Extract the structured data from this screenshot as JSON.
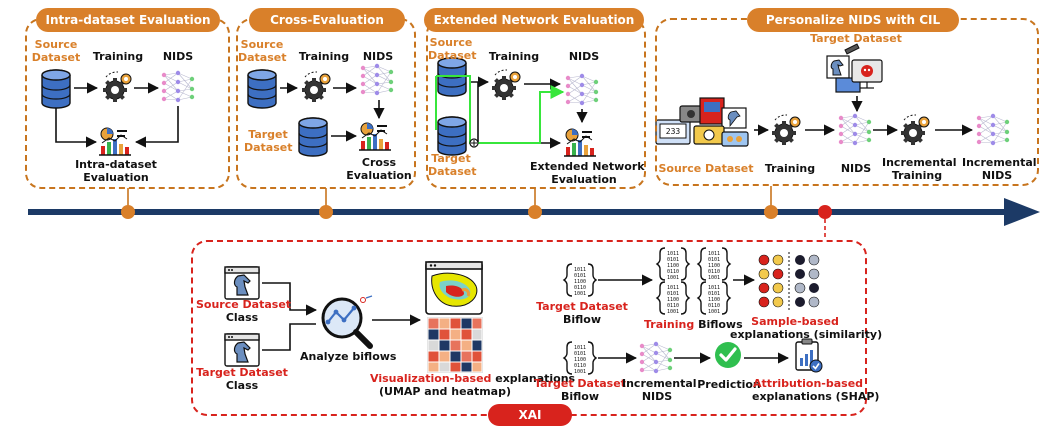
{
  "panels": {
    "intra": {
      "title": "Intra-dataset Evaluation",
      "source_line1": "Source",
      "source_line2": "Dataset",
      "training": "Training",
      "nids": "NIDS",
      "eval_line1": "Intra-dataset",
      "eval_line2": "Evaluation"
    },
    "cross": {
      "title": "Cross-Evaluation",
      "source_line1": "Source",
      "source_line2": "Dataset",
      "training": "Training",
      "nids": "NIDS",
      "target_line1": "Target",
      "target_line2": "Dataset",
      "eval_line1": "Cross",
      "eval_line2": "Evaluation"
    },
    "extended": {
      "title": "Extended Network Evaluation",
      "source_line1": "Source",
      "source_line2": "Dataset",
      "training": "Training",
      "nids": "NIDS",
      "target_line1": "Target",
      "target_line2": "Dataset",
      "eval_line1": "Extended Network",
      "eval_line2": "Evaluation"
    },
    "cil": {
      "title": "Personalize NIDS with CIL",
      "target": "Target Dataset",
      "source": "Source Dataset",
      "training": "Training",
      "nids": "NIDS",
      "inc_training_line1": "Incremental",
      "inc_training_line2": "Training",
      "inc_nids_line1": "Incremental",
      "inc_nids_line2": "NIDS",
      "screen_text": "233"
    }
  },
  "xai": {
    "title": "XAI",
    "source_class_line1": "Source Dataset",
    "source_class_line2": "Class",
    "target_class_line1": "Target Dataset",
    "target_class_line2": "Class",
    "analyze": "Analyze biflows",
    "vis_red": "Visualization-based",
    "vis_rest": " explanations",
    "vis_line2": "(UMAP and heatmap)",
    "sample_target_line1": "Target Dataset",
    "sample_target_line2": "Biflow",
    "training_red": "Training",
    "training_rest": " Biflows",
    "sample_red": "Sample-based",
    "sample_line2": "explanations (similarity)",
    "attr_target_line1": "Target Dataset",
    "attr_target_line2": "Biflow",
    "inc_nids_line1": "Incremental",
    "inc_nids_line2": "NIDS",
    "prediction": "Prediction",
    "attr_red": "Attribution-based",
    "attr_line2": "explanations (SHAP)"
  },
  "colors": {
    "accent_orange": "#d9802a",
    "accent_red": "#d8231d",
    "timeline": "#1c3a66",
    "database": "#3d6fc2",
    "green_arrow": "#37e63b"
  },
  "icons": [
    "database-icon",
    "gear-icon",
    "neural-network-icon",
    "chart-report-icon",
    "monitor-icon",
    "horse-class-icon",
    "magnifier-icon",
    "map-icon",
    "heatmap-icon",
    "binary-file-icon",
    "checkmark-icon",
    "dot-grid-icon"
  ]
}
